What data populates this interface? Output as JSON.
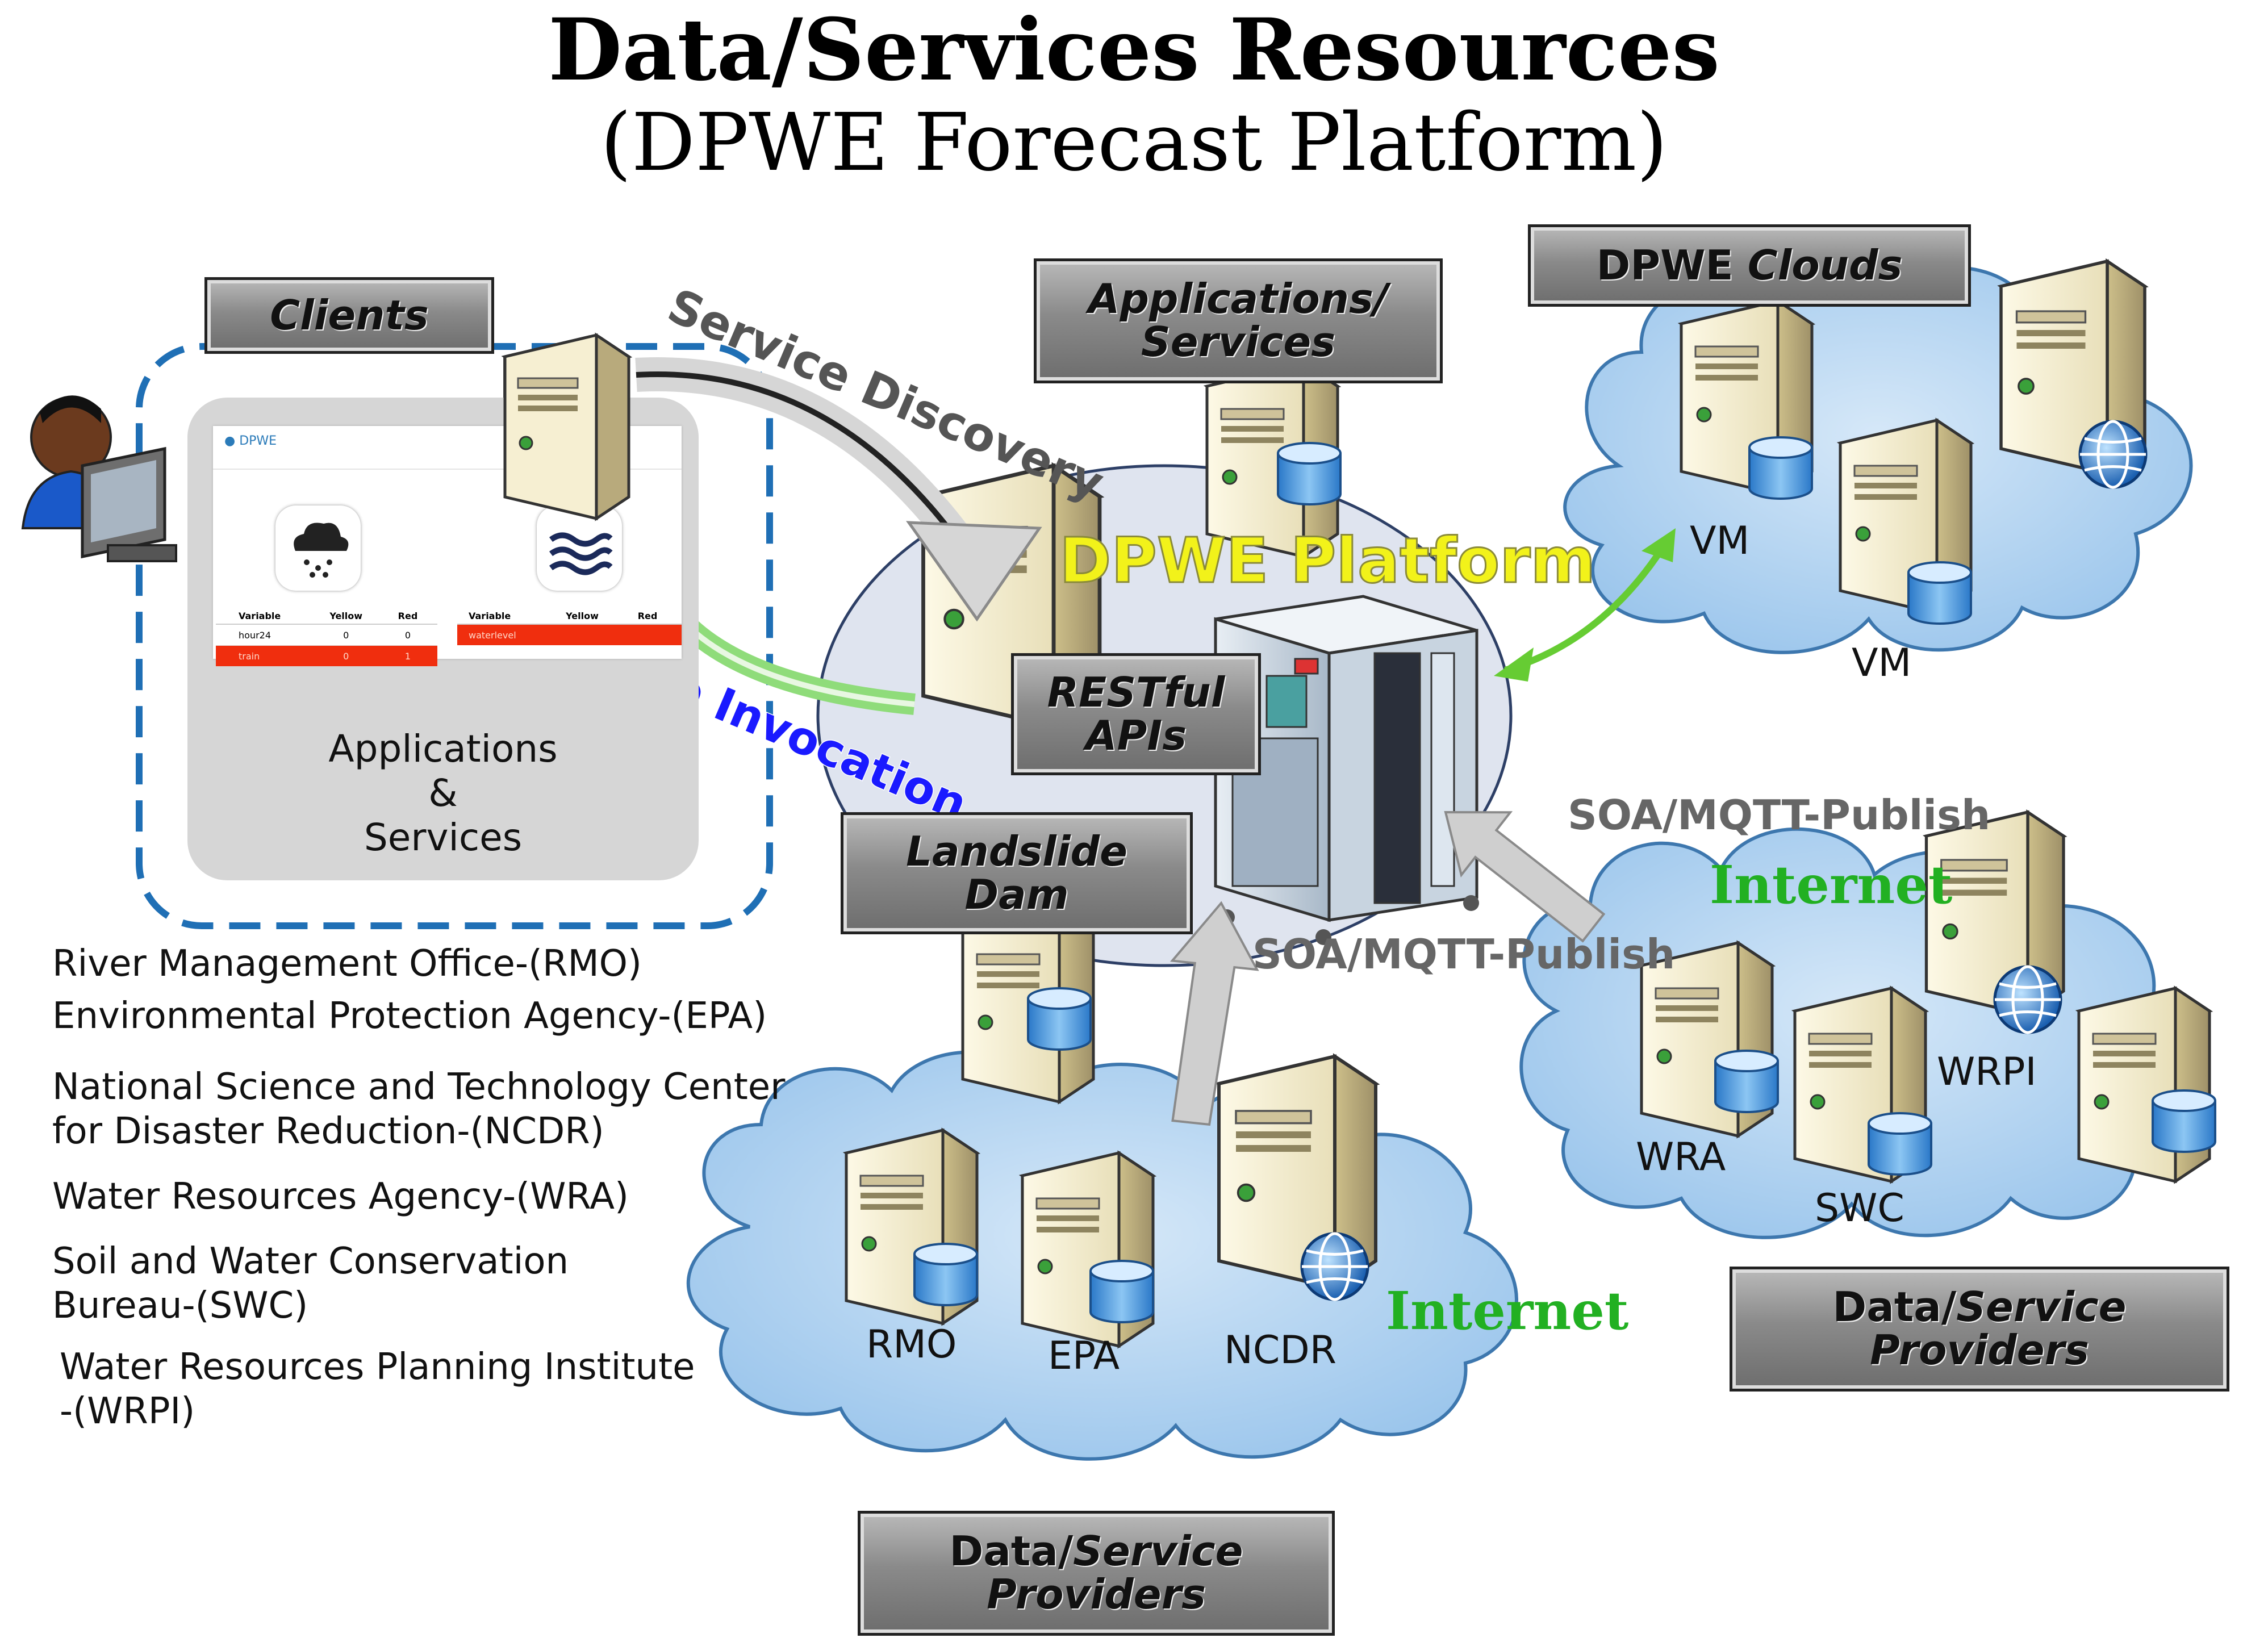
{
  "title": {
    "main": "Data/Services Resources",
    "sub": "(DPWE Forecast Platform)"
  },
  "boxes": {
    "clients": "Clients",
    "applications_services_l1": "Applications/",
    "applications_services_l2": "Services",
    "dpwe_clouds_a": "DPWE ",
    "dpwe_clouds_b": "Clouds",
    "restful_l1": "RESTful",
    "restful_l2": "APIs",
    "landslide_l1": "Landslide",
    "landslide_l2": "Dam",
    "providers_right_a": "Data/",
    "providers_right_b": "Service",
    "providers_right_c": "Providers",
    "providers_bottom_a": "Data/",
    "providers_bottom_b": "Service",
    "providers_bottom_c": "Providers"
  },
  "labels": {
    "service_discovery": "Service Discovery",
    "service_invocation": "Service Invocation",
    "dpwe_platform": "DPWE Platform",
    "soa_publish_right": "SOA/MQTT-Publish",
    "soa_publish_bottom": "SOA/MQTT-Publish",
    "internet_right": "Internet",
    "internet_bottom": "Internet",
    "vm_1": "VM",
    "vm_2": "VM",
    "wra": "WRA",
    "swc": "SWC",
    "wrpi": "WRPI",
    "rmo": "RMO",
    "epa": "EPA",
    "ncdr": "NCDR"
  },
  "app_card": {
    "caption_l1": "Applications",
    "caption_l2": "&",
    "caption_l3": "Services",
    "brand": "DPWE",
    "table1": {
      "headers": [
        "Variable",
        "Yellow",
        "Red"
      ],
      "rows": [
        [
          "hour24",
          "0",
          "0"
        ],
        [
          "train",
          "0",
          "1"
        ]
      ]
    },
    "table2": {
      "headers": [
        "Variable",
        "Yellow",
        "Red"
      ],
      "rows": [
        [
          "waterlevel",
          "",
          ""
        ]
      ]
    }
  },
  "agencies": [
    "River Management Office-(RMO)",
    "Environmental Protection Agency-(EPA)",
    "National Science and Technology Center",
    "for Disaster Reduction-(NCDR)",
    "Water Resources Agency-(WRA)",
    "Soil and Water Conservation",
    "Bureau-(SWC)",
    "Water Resources Planning Institute",
    "-(WRPI)"
  ],
  "colors": {
    "cloud_fill": "#a9cdee",
    "platform_text": "#f2f21a",
    "invocation_text": "#1a1aff",
    "internet_text": "#22b022",
    "dashed_border": "#1f6fb5"
  }
}
